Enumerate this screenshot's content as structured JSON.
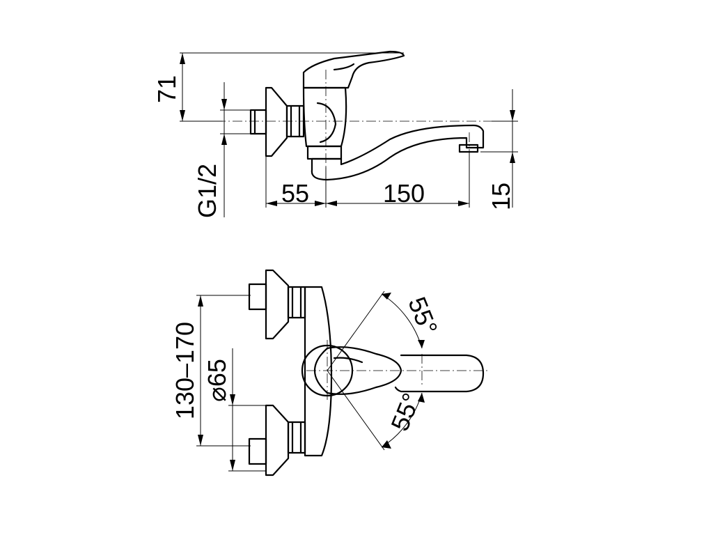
{
  "side_view": {
    "dim_height": "71",
    "dim_thread": "G1/2",
    "dim_wall_offset": "55",
    "dim_spout_length": "150",
    "dim_spout_drop": "15"
  },
  "top_view": {
    "dim_spacing": "130–170",
    "dim_diameter": "⌀65",
    "angle_upper": "55°",
    "angle_lower": "55°"
  }
}
